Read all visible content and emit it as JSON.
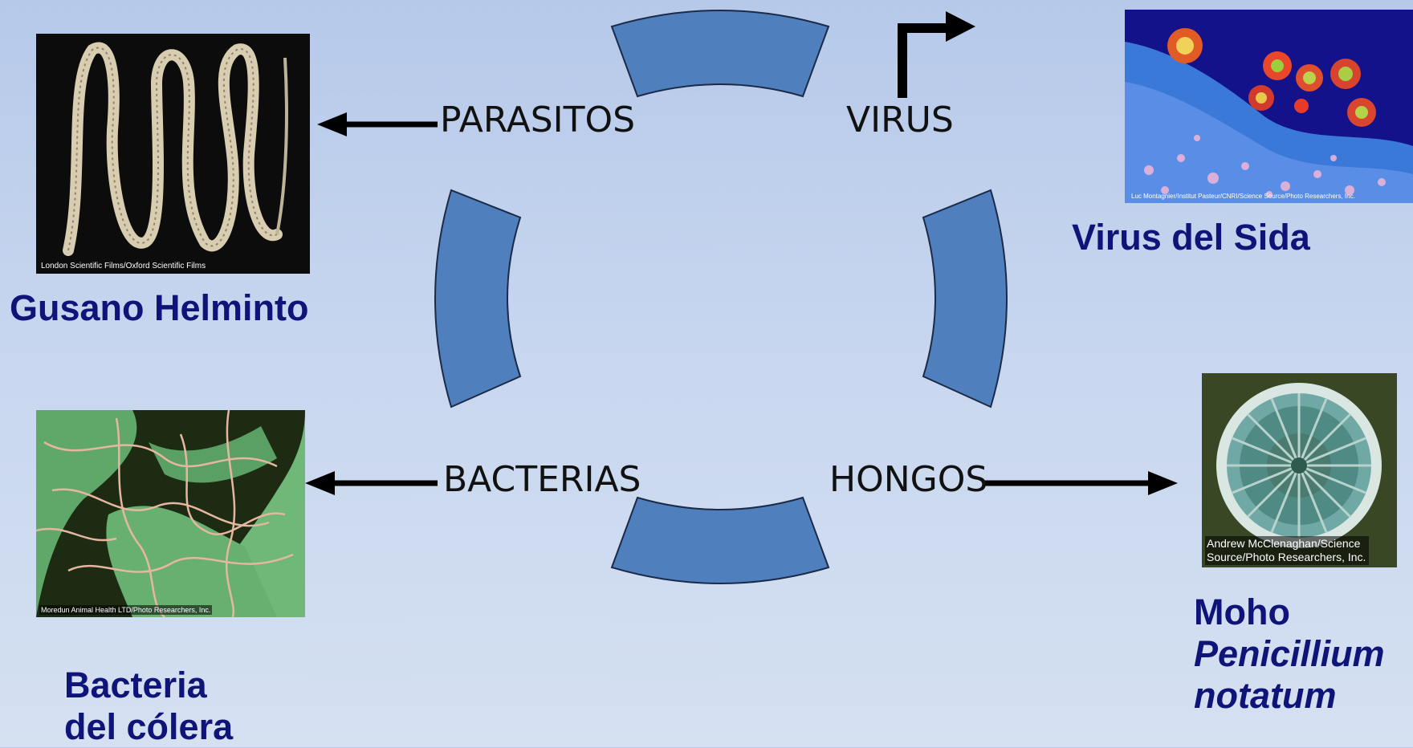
{
  "categories": {
    "parasites": "PARASITOS",
    "virus": "VIRUS",
    "bacteria": "BACTERIAS",
    "fungi": "HONGOS"
  },
  "captions": {
    "helminth": "Gusano Helminto",
    "hiv": "Virus del Sida",
    "cholera_line1": "Bacteria",
    "cholera_line2": "del cólera",
    "mold_line1": "Moho",
    "mold_line2": "Penicillium",
    "mold_line3": "notatum"
  },
  "credits": {
    "helminth": "London Scientific Films/Oxford Scientific Films",
    "hiv": "Luc Montagnier/Institut Pasteur/CNRI/Science Source/Photo Researchers, Inc.",
    "cholera": "Moredun Animal Health LTD/Photo Researchers, Inc.",
    "mold": "Andrew McClenaghan/Science Source/Photo Researchers, Inc."
  },
  "colors": {
    "segment_fill": "#4f80bd",
    "caption": "#0f1478",
    "arrow": "#000000"
  }
}
